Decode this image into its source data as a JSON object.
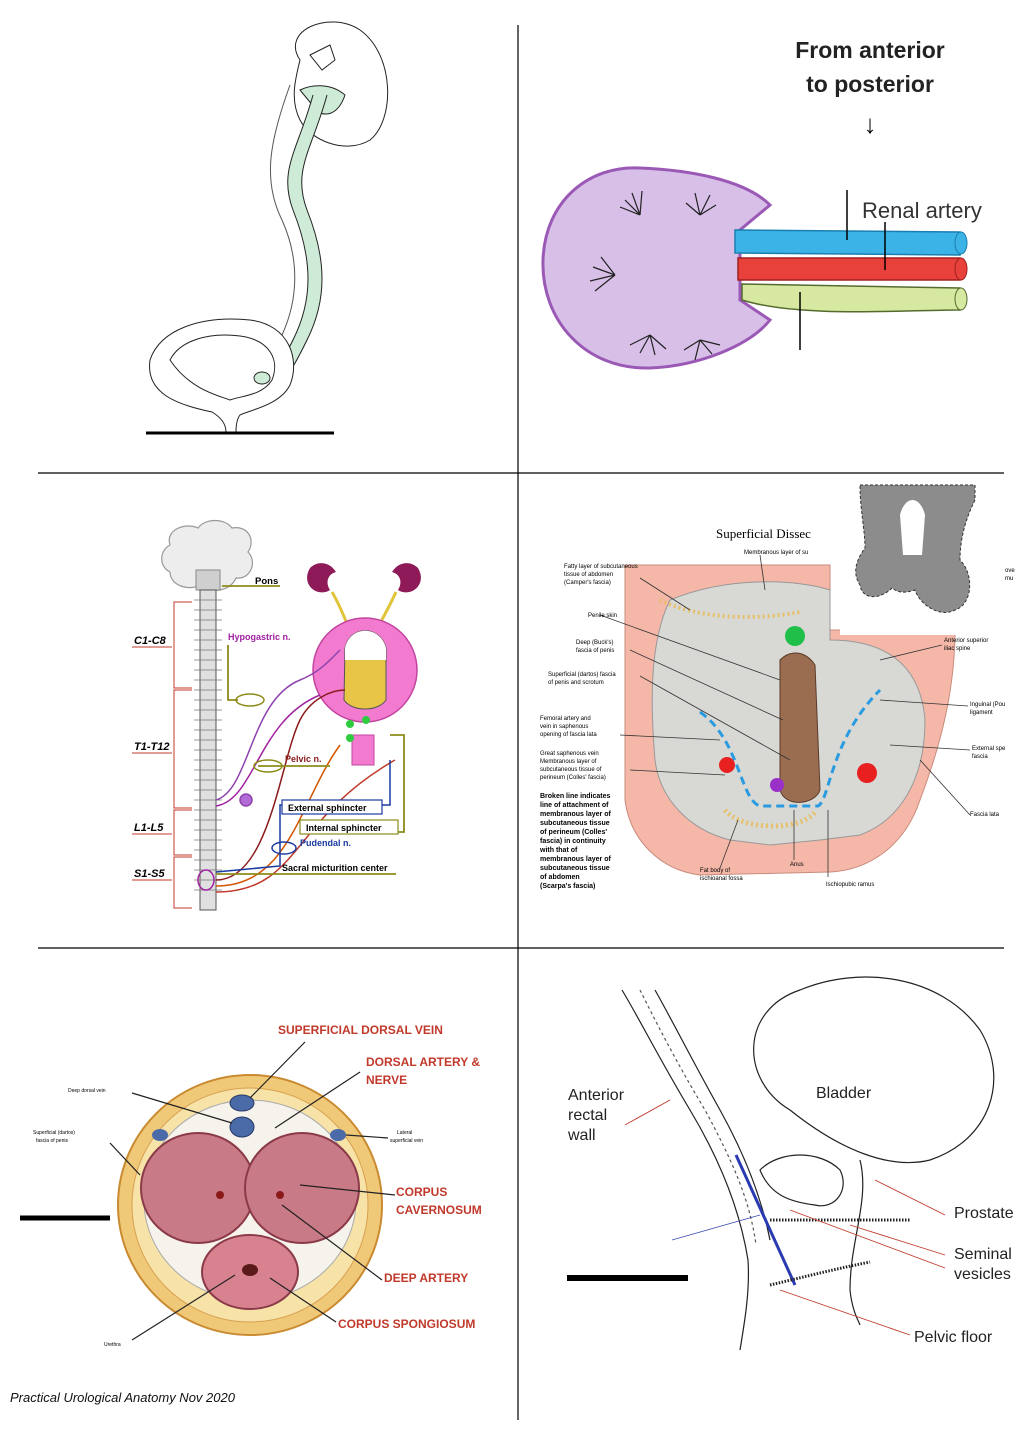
{
  "footer": "Practical Urological Anatomy Nov 2020",
  "panel_kidney_vessels": {
    "heading_line1": "From anterior",
    "heading_line2": "to posterior",
    "arrow": "↓",
    "label_renal_artery": "Renal artery"
  },
  "panel_micturition": {
    "pons": "Pons",
    "c1c8": "C1-C8",
    "t1t12": "T1-T12",
    "l1l5": "L1-L5",
    "s1s5": "S1-S5",
    "hypogastric": "Hypogastric n.",
    "pelvic": "Pelvic n.",
    "external_sphincter": "External sphincter",
    "internal_sphincter": "Internal sphincter",
    "pudendal": "Pudendal n.",
    "sacral_center": "Sacral micturition center"
  },
  "panel_perineum": {
    "title": "Superficial Dissec",
    "membranous_top": "Membranous layer of su",
    "fatty_layer_1": "Fatty layer of subcutaneous",
    "fatty_layer_2": "tissue of abdomen",
    "fatty_layer_3": "(Camper's fascia)",
    "penile_skin": "Penile skin",
    "bucks_1": "Deep (Buck's)",
    "bucks_2": "fascia of penis",
    "dartos_1": "Superficial (dartos) fascia",
    "dartos_2": "of penis and scrotum",
    "femoral_1": "Femoral artery and",
    "femoral_2": "vein in saphenous",
    "femoral_3": "opening of fascia lata",
    "saphenous_1": "Great saphenous vein",
    "saphenous_2": "Membranous layer of",
    "saphenous_3": "subcutaneous tissue of",
    "saphenous_4": "perineum (Colles' fascia)",
    "broken_1": "Broken line indicates",
    "broken_2": "line of attachment of",
    "broken_3": "membranous layer of",
    "broken_4": "subcutaneous tissue",
    "broken_5": "of perineum (Colles'",
    "broken_6": "fascia) in continuity",
    "broken_7": "with that of",
    "broken_8": "membranous layer of",
    "broken_9": "subcutaneous tissue",
    "broken_10": "of abdomen",
    "broken_11": "(Scarpa's fascia)",
    "fat_body_1": "Fat body of",
    "fat_body_2": "ischioanal fossa",
    "anus": "Anus",
    "ischiopubic": "Ischiopubic ramus",
    "ant_sup_1": "Anterior superior",
    "ant_sup_2": "iliac spine",
    "inguinal_1": "Inguinal (Pou",
    "inguinal_2": "ligament",
    "ext_sper_1": "External spe",
    "ext_sper_2": "fascia",
    "fascia_lata": "Fascia lata",
    "cut_ove": "ove",
    "cut_mu": "mu"
  },
  "panel_penis_section": {
    "sup_dorsal_vein": "SUPERFICIAL DORSAL VEIN",
    "dorsal_artery_1": "DORSAL ARTERY &",
    "dorsal_artery_2": "NERVE",
    "corpus_cav_1": "CORPUS",
    "corpus_cav_2": "CAVERNOSUM",
    "deep_artery": "DEEP ARTERY",
    "corpus_spong": "CORPUS SPONGIOSUM",
    "deep_dorsal_vein": "Deep dorsal vein",
    "dartos_1": "Superficial (dartos)",
    "dartos_2": "fascia of penis",
    "lateral_vein_1": "Lateral",
    "lateral_vein_2": "superficial vein",
    "urethra": "Urethra"
  },
  "panel_sagittal": {
    "anterior_1": "Anterior",
    "anterior_2": "rectal",
    "anterior_3": "wall",
    "bladder": "Bladder",
    "prostate": "Prostate",
    "seminal_1": "Seminal",
    "seminal_2": "vesicles",
    "pelvic_floor": "Pelvic floor"
  },
  "colors": {
    "ureter_green": "#cdebd6",
    "kidney_purple": "#d7bfe8",
    "kidney_outline": "#9b59b6",
    "vein_blue": "#3bb3e6",
    "artery_red": "#e8403a",
    "ureter_yellowgreen": "#d7e8a0",
    "bladder_pink": "#f27bd0",
    "label_red": "#c0392b",
    "olive": "#8c8c1a",
    "magenta": "#a020a0",
    "dashed_blue": "#2a9be0"
  }
}
